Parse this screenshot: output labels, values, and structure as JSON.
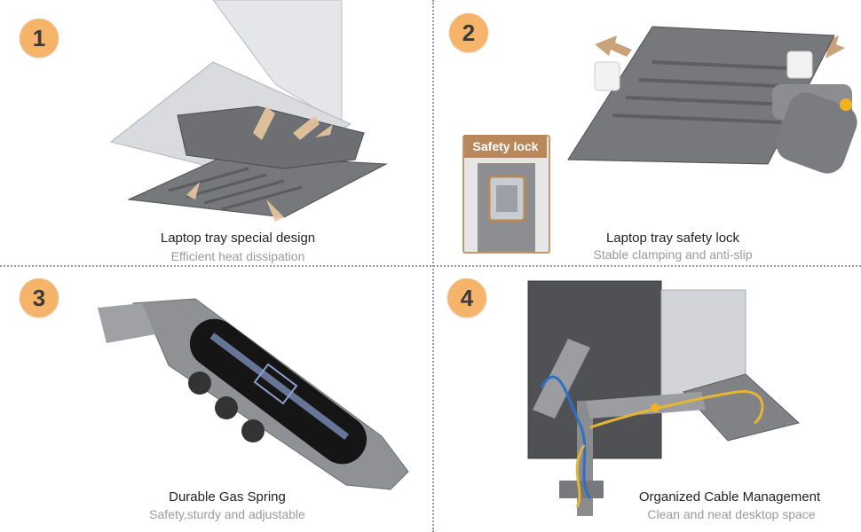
{
  "panels": [
    {
      "number": "1",
      "title": "Laptop tray special design",
      "subtitle": "Efficient heat dissipation"
    },
    {
      "number": "2",
      "title": "Laptop tray safety lock",
      "subtitle": "Stable clamping and anti-slip",
      "callout": "Safety lock"
    },
    {
      "number": "3",
      "title": "Durable Gas Spring",
      "subtitle": "Safety,sturdy and adjustable"
    },
    {
      "number": "4",
      "title": "Organized Cable Management",
      "subtitle": "Clean and neat desktop space"
    }
  ],
  "colors": {
    "badge": "#f6b46a",
    "accent": "#b8875a",
    "metal": "#6b6d70",
    "cable_blue": "#2f6fc4",
    "cable_yellow": "#e6b632",
    "divider": "#9a9a9a"
  }
}
